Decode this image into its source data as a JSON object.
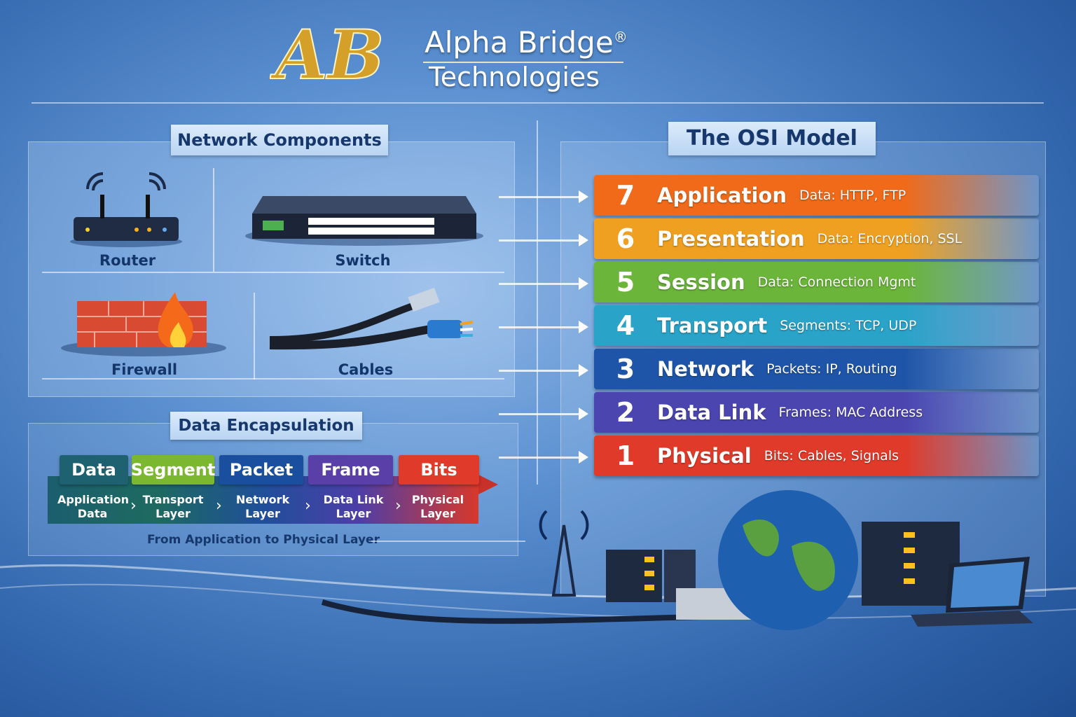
{
  "brand": {
    "logo_letters": "AB",
    "name": "Alpha Bridge",
    "registered": "®",
    "subtitle": "Technologies"
  },
  "components": {
    "title": "Network Components",
    "items": [
      {
        "label": "Router"
      },
      {
        "label": "Switch"
      },
      {
        "label": "Firewall"
      },
      {
        "label": "Cables"
      }
    ]
  },
  "osi": {
    "title": "The OSI Model",
    "layers": [
      {
        "num": "7",
        "name": "Application",
        "desc": "Data: HTTP, FTP",
        "color": "#f06a1a"
      },
      {
        "num": "6",
        "name": "Presentation",
        "desc": "Data: Encryption, SSL",
        "color": "#f0a020"
      },
      {
        "num": "5",
        "name": "Session",
        "desc": "Data: Connection Mgmt",
        "color": "#6bb53a"
      },
      {
        "num": "4",
        "name": "Transport",
        "desc": "Segments: TCP, UDP",
        "color": "#2aa3c8"
      },
      {
        "num": "3",
        "name": "Network",
        "desc": "Packets: IP, Routing",
        "color": "#1f55a8"
      },
      {
        "num": "2",
        "name": "Data Link",
        "desc": "Frames: MAC Address",
        "color": "#4b45b0"
      },
      {
        "num": "1",
        "name": "Physical",
        "desc": "Bits: Cables, Signals",
        "color": "#e03a2a"
      }
    ]
  },
  "encapsulation": {
    "title": "Data Encapsulation",
    "caption": "From Application to Physical Layer",
    "steps": [
      {
        "unit": "Data",
        "layer1": "Application",
        "layer2": "Data",
        "color": "#1e6272"
      },
      {
        "unit": "Segment",
        "layer1": "Transport",
        "layer2": "Layer",
        "color": "#7cb82f"
      },
      {
        "unit": "Packet",
        "layer1": "Network",
        "layer2": "Layer",
        "color": "#1a4fa0"
      },
      {
        "unit": "Frame",
        "layer1": "Data Link",
        "layer2": "Layer",
        "color": "#5a3fa8"
      },
      {
        "unit": "Bits",
        "layer1": "Physical",
        "layer2": "Layer",
        "color": "#e03a2a"
      }
    ]
  }
}
